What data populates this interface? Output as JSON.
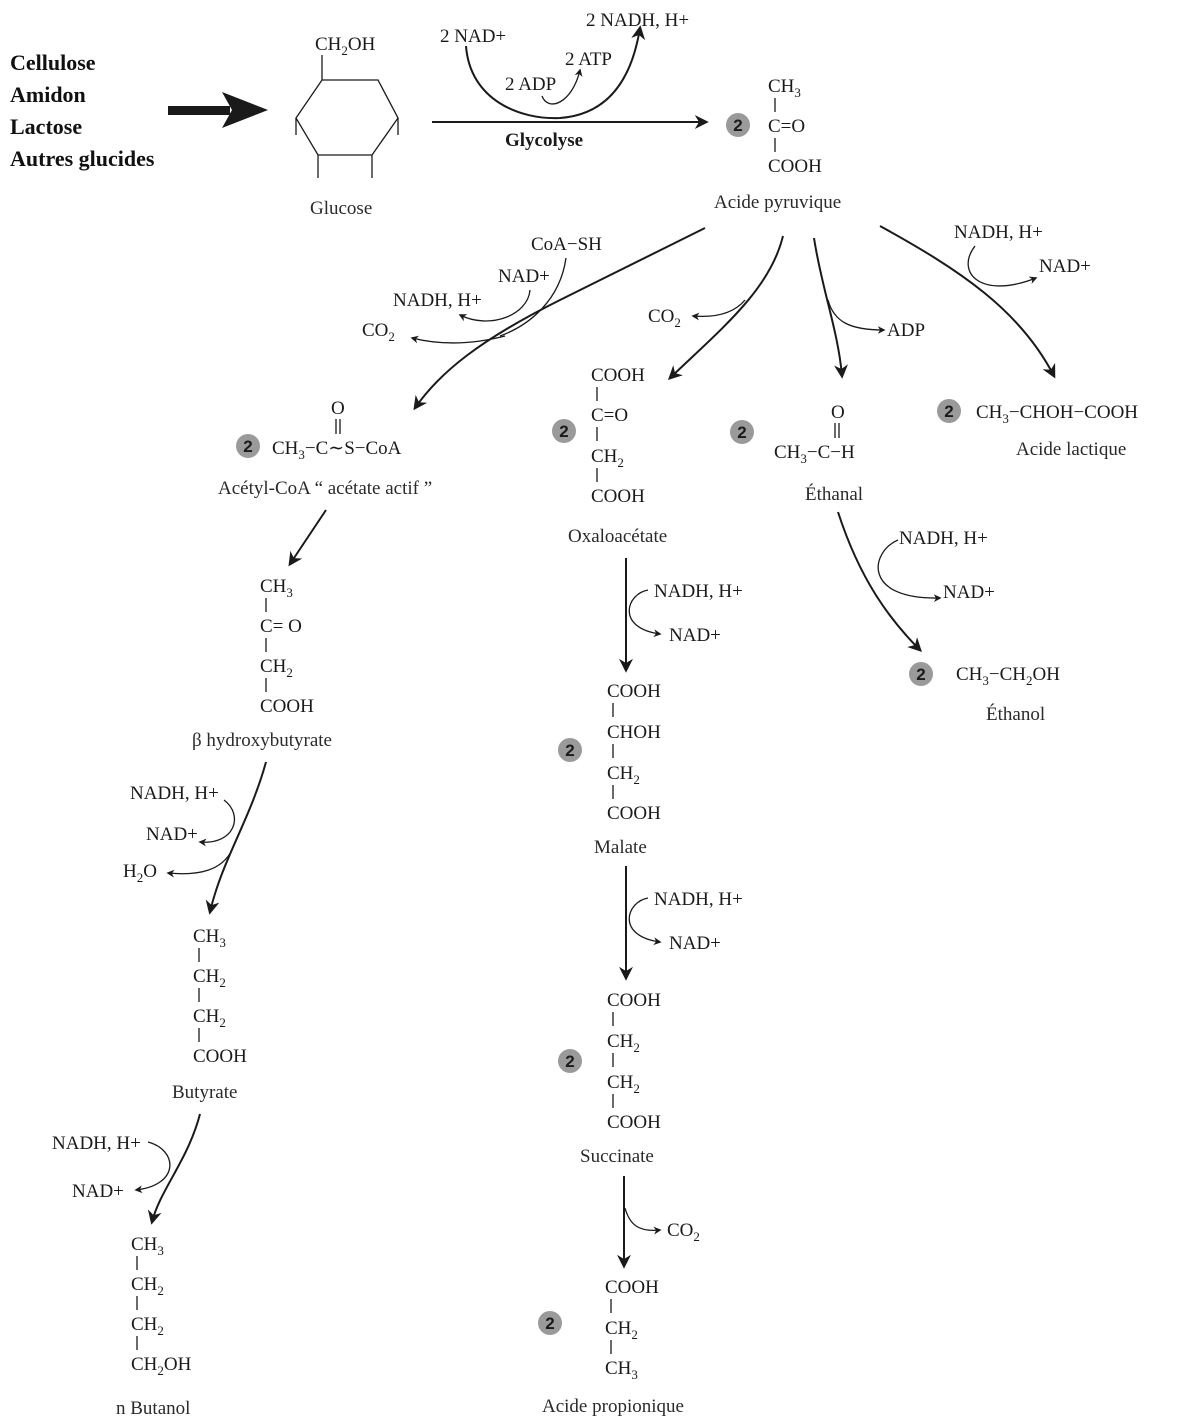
{
  "sources": [
    "Cellulose",
    "Amidon",
    "Lactose",
    "Autres glucides"
  ],
  "glucose": {
    "group": "CH",
    "group_sub": "2",
    "group_tail": "OH",
    "name": "Glucose"
  },
  "glycolysis": {
    "label": "Glycolyse",
    "nad_in": "2 NAD+",
    "nadh_out": "2 NADH, H+",
    "adp": "2 ADP",
    "atp": "2 ATP"
  },
  "coefficient": "2",
  "pyruvate": {
    "name": "Acide pyruvique",
    "l1": "CH",
    "l1_sub": "3",
    "l2": "C=O",
    "l3": "COOH"
  },
  "branch_acetyl": {
    "cofactors": {
      "coash": "CoA−SH",
      "nad": "NAD+",
      "nadh": "NADH, H+",
      "co2": "CO",
      "co2_sub": "2"
    },
    "acetyl_o": "O",
    "acetyl_a": "CH",
    "acetyl_sub": "3",
    "acetyl_b": "−C∼S−CoA",
    "acetyl_name": "Acétyl-CoA “ acétate actif ”",
    "hb": {
      "l1": "CH",
      "l1_sub": "3",
      "l2": "C= O",
      "l3": "CH",
      "l3_sub": "2",
      "l4": "COOH",
      "name": "β hydroxybutyrate"
    },
    "step2": {
      "nadh": "NADH, H+",
      "nad": "NAD+",
      "h2o": "H",
      "h2o_sub": "2",
      "h2o_tail": "O"
    },
    "butyrate": {
      "l1": "CH",
      "l1_sub": "3",
      "l2": "CH",
      "l2_sub": "2",
      "l3": "CH",
      "l3_sub": "2",
      "l4": "COOH",
      "name": "Butyrate"
    },
    "step3": {
      "nadh": "NADH, H+",
      "nad": "NAD+"
    },
    "butanol": {
      "l1": "CH",
      "l1_sub": "3",
      "l2": "CH",
      "l2_sub": "2",
      "l3": "CH",
      "l3_sub": "2",
      "l4": "CH",
      "l4_sub": "2",
      "l4_tail": "OH",
      "name": "n Butanol"
    }
  },
  "branch_propionic": {
    "co2": "CO",
    "co2_sub": "2",
    "oxalo": {
      "l1": "COOH",
      "l2": "C=O",
      "l3": "CH",
      "l3_sub": "2",
      "l4": "COOH",
      "name": "Oxaloacétate"
    },
    "step1": {
      "nadh": "NADH, H+",
      "nad": "NAD+"
    },
    "malate": {
      "l1": "COOH",
      "l2": "CHOH",
      "l3": "CH",
      "l3_sub": "2",
      "l4": "COOH",
      "name": "Malate"
    },
    "step2": {
      "nadh": "NADH, H+",
      "nad": "NAD+"
    },
    "succinate": {
      "l1": "COOH",
      "l2": "CH",
      "l2_sub": "2",
      "l3": "CH",
      "l3_sub": "2",
      "l4": "COOH",
      "name": "Succinate"
    },
    "step3": {
      "co2": "CO",
      "co2_sub": "2"
    },
    "propionic": {
      "l1": "COOH",
      "l2": "CH",
      "l2_sub": "2",
      "l3": "CH",
      "l3_sub": "3",
      "name": "Acide propionique"
    }
  },
  "branch_ethanol": {
    "adp": "ADP",
    "ethanal": {
      "o": "O",
      "a": "CH",
      "a_sub": "3",
      "b": "−C−H",
      "name": "Éthanal"
    },
    "step": {
      "nadh": "NADH, H+",
      "nad": "NAD+"
    },
    "ethanol": {
      "a": "CH",
      "a_sub": "3",
      "b": "−CH",
      "b_sub": "2",
      "c": "OH",
      "name": "Éthanol"
    }
  },
  "branch_lactic": {
    "nadh": "NADH, H+",
    "nad": "NAD+",
    "formula_a": "CH",
    "formula_sub": "3",
    "formula_b": "−CHOH−COOH",
    "name": "Acide lactique"
  }
}
